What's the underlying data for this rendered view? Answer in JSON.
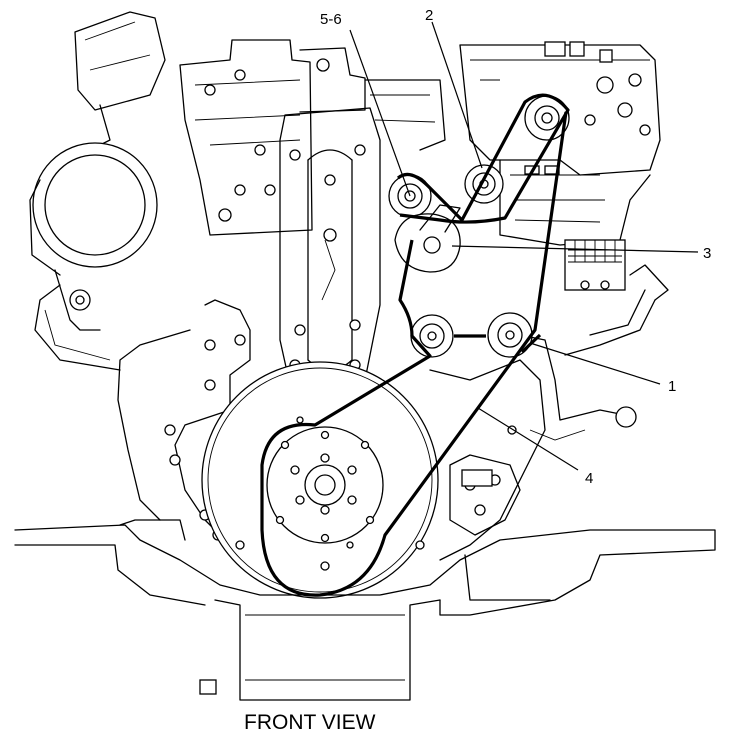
{
  "caption": "FRONT VIEW",
  "callouts": {
    "c1": "1",
    "c2": "2",
    "c3": "3",
    "c4": "4",
    "c56": "5-6"
  }
}
